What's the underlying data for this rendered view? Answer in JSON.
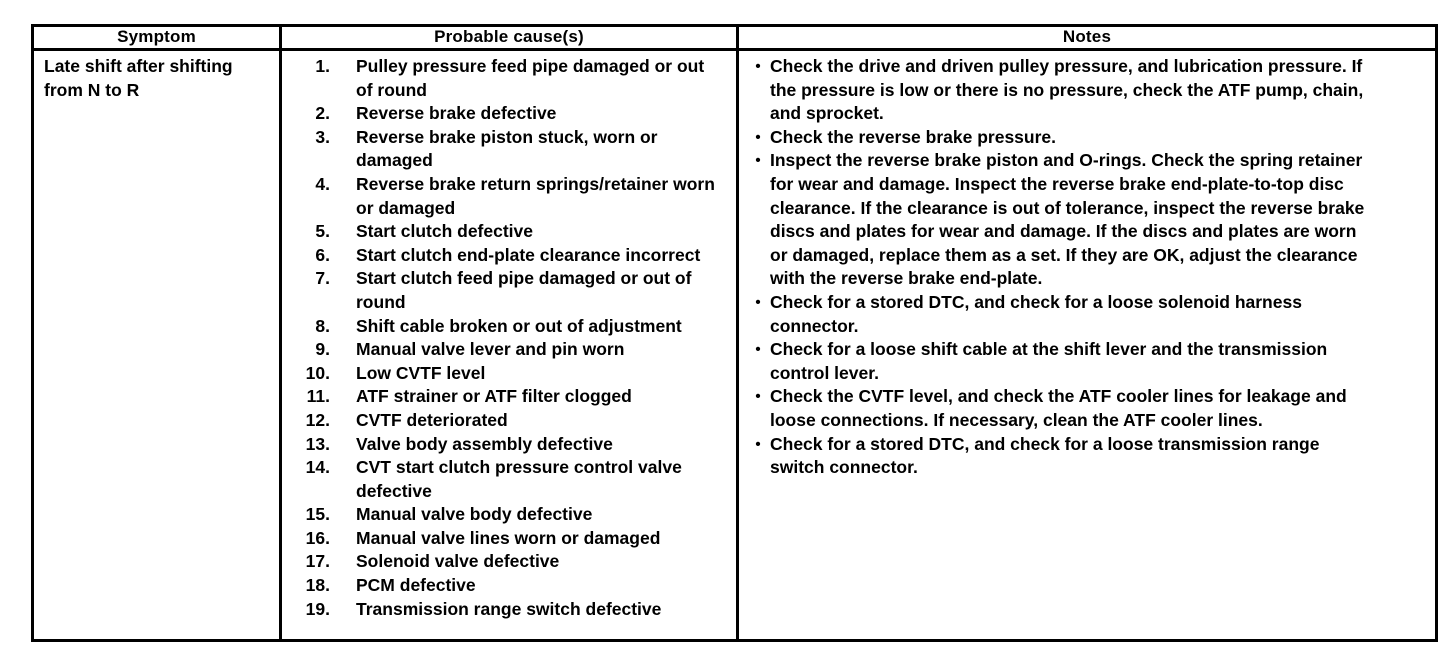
{
  "table": {
    "headers": [
      "Symptom",
      "Probable cause(s)",
      "Notes"
    ],
    "symptom": "Late shift after shifting from N to R",
    "bullet": "•",
    "causes": [
      {
        "num": "1.",
        "text": "Pulley pressure feed pipe damaged or out of round"
      },
      {
        "num": "2.",
        "text": "Reverse brake defective"
      },
      {
        "num": "3.",
        "text": "Reverse brake piston stuck, worn or damaged"
      },
      {
        "num": "4.",
        "text": "Reverse brake return springs/retainer worn or damaged"
      },
      {
        "num": "5.",
        "text": "Start clutch defective"
      },
      {
        "num": "6.",
        "text": "Start clutch end-plate clearance incorrect"
      },
      {
        "num": "7.",
        "text": "Start clutch feed pipe damaged or out of round"
      },
      {
        "num": "8.",
        "text": "Shift cable broken or out of adjustment"
      },
      {
        "num": "9.",
        "text": "Manual valve lever and pin worn"
      },
      {
        "num": "10.",
        "text": "Low CVTF level"
      },
      {
        "num": "11.",
        "text": "ATF strainer or ATF filter clogged"
      },
      {
        "num": "12.",
        "text": "CVTF deteriorated"
      },
      {
        "num": "13.",
        "text": "Valve body assembly defective"
      },
      {
        "num": "14.",
        "text": "CVT start clutch pressure control valve defective"
      },
      {
        "num": "15.",
        "text": "Manual valve body defective"
      },
      {
        "num": "16.",
        "text": "Manual valve lines worn or damaged"
      },
      {
        "num": "17.",
        "text": "Solenoid valve defective"
      },
      {
        "num": "18.",
        "text": "PCM defective"
      },
      {
        "num": "19.",
        "text": "Transmission range switch defective"
      }
    ],
    "notes": [
      "Check the drive and driven pulley pressure, and lubrication pressure. If the pressure is low or there is no pressure, check the ATF pump, chain, and sprocket.",
      "Check the reverse brake pressure.",
      "Inspect the reverse brake piston and O-rings. Check the spring retainer for wear and damage. Inspect the reverse brake end-plate-to-top disc clearance. If the clearance is out of tolerance, inspect the reverse brake discs and plates for wear and damage. If the discs and plates are worn or damaged, replace them as a set. If they are OK, adjust the clearance with the reverse brake end-plate.",
      "Check for a stored DTC, and check for a loose solenoid harness connector.",
      "Check for a loose shift cable at the shift lever and the transmission control lever.",
      "Check the CVTF level, and check the ATF cooler lines for leakage and loose connections. If necessary, clean the ATF cooler lines.",
      "Check for a stored DTC, and check for a loose transmission range switch connector."
    ]
  }
}
